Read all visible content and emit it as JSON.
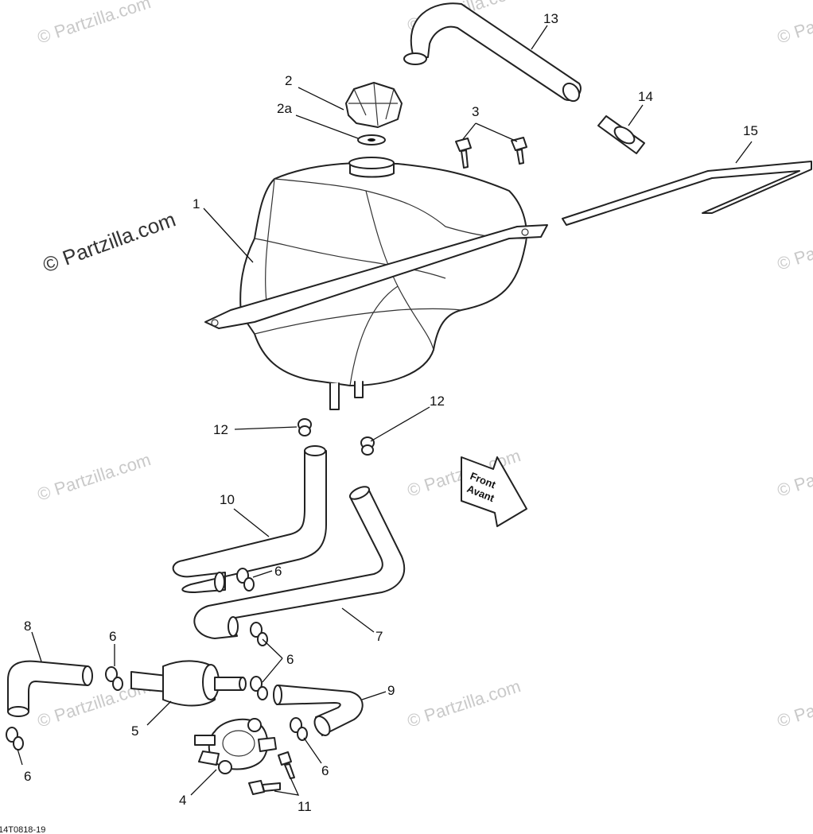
{
  "watermark": "© Partzilla.com",
  "footer_code": "14T0818-19",
  "arrow": {
    "line1": "Front",
    "line2": "Avant"
  },
  "callouts": {
    "c1": "1",
    "c2": "2",
    "c2a": "2a",
    "c3": "3",
    "c4": "4",
    "c5": "5",
    "c6a": "6",
    "c6b": "6",
    "c6c": "6",
    "c6d": "6",
    "c6e": "6",
    "c7": "7",
    "c8": "8",
    "c9": "9",
    "c10": "10",
    "c11": "11",
    "c12a": "12",
    "c12b": "12",
    "c13": "13",
    "c14": "14",
    "c15": "15"
  },
  "colors": {
    "line": "#222222",
    "watermark": "#c9c9c9"
  }
}
